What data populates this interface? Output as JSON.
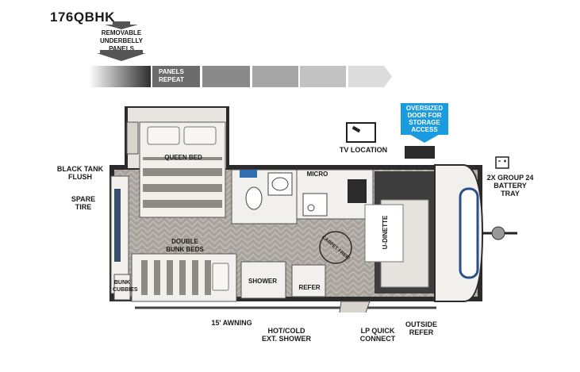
{
  "model": "176QBHK",
  "labels": {
    "removable_underbelly": "REMOVABLE\nUNDERBELLY\nPANELS",
    "panels_repeat": "PANELS\nREPEAT",
    "oversized_door": "OVERSIZED\nDOOR FOR\nSTORAGE\nACCESS",
    "tv_location": "TV LOCATION",
    "black_tank_flush": "BLACK TANK\nFLUSH",
    "spare_tire": "SPARE TIRE",
    "queen_bed": "QUEEN BED",
    "double_bunk_beds": "DOUBLE\nBUNK BEDS",
    "bunk_cubbies": "BUNK\nCUBBIES",
    "micro": "MICRO",
    "shower": "SHOWER",
    "refer": "REFER",
    "u_dinette": "U-DINETTE",
    "carpet_free": "CARPET FREE!",
    "battery_tray": "2X GROUP 24\nBATTERY\nTRAY",
    "awning": "15' AWNING",
    "hot_cold_shower": "HOT/COLD\nEXT. SHOWER",
    "lp_quick_connect": "LP QUICK\nCONNECT",
    "outside_refer": "OUTSIDE\nREFER"
  },
  "colors": {
    "callout_blue": "#1a9be0",
    "floor": "#a8a29c",
    "wall": "#2b2b2b",
    "dinette": "#3d3d3d",
    "bed_stripe": "#8e8a85"
  }
}
